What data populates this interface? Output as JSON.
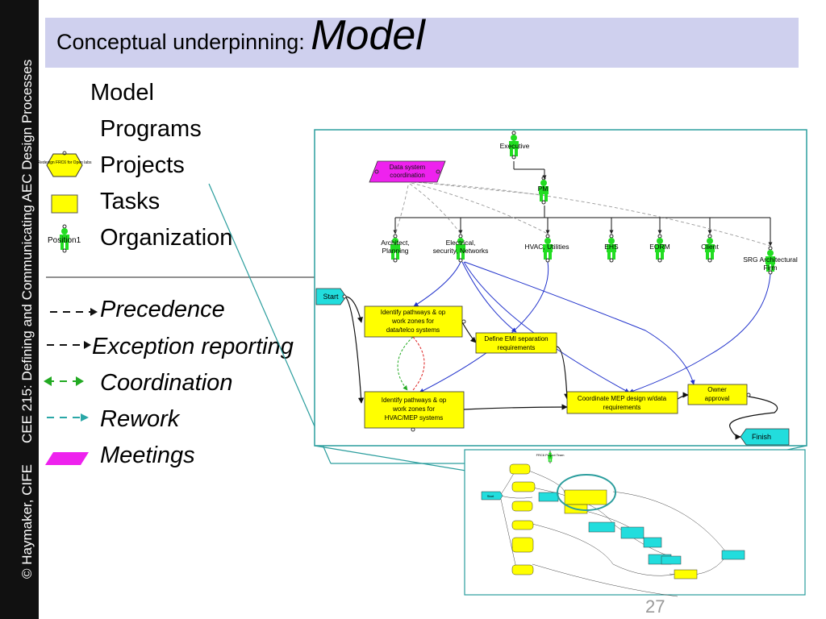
{
  "sidebar": {
    "course": "CEE 215: Defining and Communicating AEC Design Processes",
    "copyright": "© Haymaker, CIFE"
  },
  "title": {
    "prefix": "Conceptual underpinning: ",
    "emphasis": "Model"
  },
  "legend": {
    "model": "Model",
    "programs": "Programs",
    "projects": "Projects",
    "tasks": "Tasks",
    "organization": "Organization",
    "project_icon_label": "Redesign FRC6 for Open labs",
    "position_label": "Position1",
    "precedence": "Precedence",
    "exception": "Exception reporting",
    "coordination": "Coordination",
    "rework": "Rework",
    "meetings": "Meetings"
  },
  "colors": {
    "title_band": "#cfd0ee",
    "task_yellow": "#ffff00",
    "position_green": "#22dd22",
    "meeting_magenta": "#ee22ee",
    "milestone_cyan": "#22dddd",
    "frame_teal": "#2a9d9d",
    "coordination_green": "#22aa22",
    "rework_teal": "#2aa7a7",
    "link_blue": "#2233cc"
  },
  "diagram": {
    "positions": {
      "executive": "Executive",
      "pm": "PM",
      "architect": "Architect, Planning",
      "electrical": "Electrical, security, Networks",
      "hvac": "HVAC, Utilities",
      "ehs": "EHS",
      "eorm": "EORM",
      "client": "Client",
      "srg": "SRG Architectural Firm"
    },
    "meeting": "Data system coordination",
    "start": "Start",
    "finish": "Finish",
    "tasks": {
      "t1": "Identify pathways & op work zones for data/telco systems",
      "t2": "Define EMI separation requirements",
      "t3": "Identify pathways & op work zones for HVAC/MEP systems",
      "t4": "Coordinate MEP design w/data requirements",
      "t5": "Owner approval"
    }
  },
  "thumbnail": {
    "title": "FRC6 Project Team"
  },
  "page_number": "27"
}
